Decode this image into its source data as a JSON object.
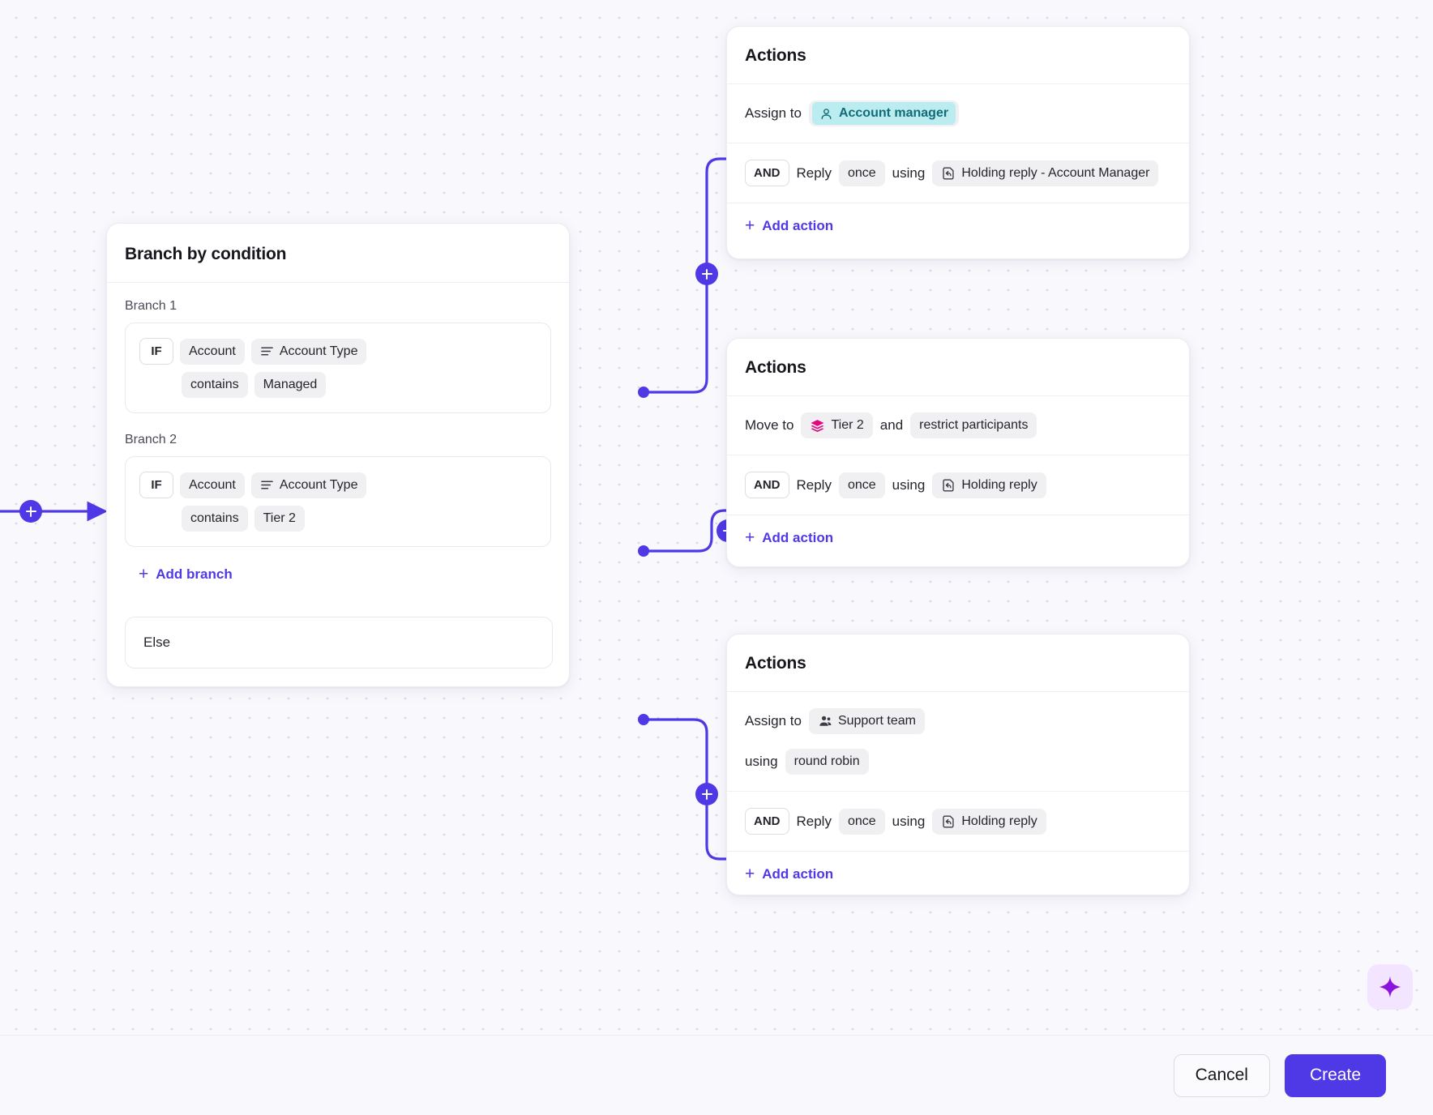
{
  "canvas": {
    "accent_color": "#4f39e6",
    "background_color": "#f8f8fd"
  },
  "branch_node": {
    "title": "Branch by condition",
    "branches": [
      {
        "label": "Branch 1",
        "operator_badge": "IF",
        "subject": "Account",
        "field": "Account Type",
        "field_icon": "text-lines-icon",
        "comparator": "contains",
        "value": "Managed"
      },
      {
        "label": "Branch 2",
        "operator_badge": "IF",
        "subject": "Account",
        "field": "Account Type",
        "field_icon": "text-lines-icon",
        "comparator": "contains",
        "value": "Tier 2"
      }
    ],
    "add_branch_label": "Add branch",
    "else_label": "Else"
  },
  "action_cards": [
    {
      "title": "Actions",
      "rows": [
        {
          "parts": [
            {
              "kind": "text",
              "text": "Assign to"
            },
            {
              "kind": "chip-teal",
              "text": "Account manager",
              "icon": "user-icon",
              "chip_bg": "#baecf0",
              "chip_fg": "#126b76"
            }
          ]
        },
        {
          "parts": [
            {
              "kind": "badge",
              "text": "AND"
            },
            {
              "kind": "text",
              "text": "Reply"
            },
            {
              "kind": "chip",
              "text": "once"
            },
            {
              "kind": "text",
              "text": "using"
            },
            {
              "kind": "chip",
              "text": "Holding reply - Account Manager",
              "icon": "reply-template-icon"
            }
          ]
        }
      ],
      "add_action_label": "Add action"
    },
    {
      "title": "Actions",
      "rows": [
        {
          "parts": [
            {
              "kind": "text",
              "text": "Move to"
            },
            {
              "kind": "chip",
              "text": "Tier 2",
              "icon": "stack-icon",
              "icon_color": "#e3067f"
            },
            {
              "kind": "text",
              "text": "and"
            },
            {
              "kind": "chip",
              "text": "restrict participants"
            }
          ]
        },
        {
          "parts": [
            {
              "kind": "badge",
              "text": "AND"
            },
            {
              "kind": "text",
              "text": "Reply"
            },
            {
              "kind": "chip",
              "text": "once"
            },
            {
              "kind": "text",
              "text": "using"
            },
            {
              "kind": "chip",
              "text": "Holding reply",
              "icon": "reply-template-icon"
            }
          ]
        }
      ],
      "add_action_label": "Add action"
    },
    {
      "title": "Actions",
      "rows": [
        {
          "parts": [
            {
              "kind": "text",
              "text": "Assign to"
            },
            {
              "kind": "chip",
              "text": "Support team",
              "icon": "users-icon"
            },
            {
              "kind": "break"
            },
            {
              "kind": "text",
              "text": "using"
            },
            {
              "kind": "chip",
              "text": "round robin"
            }
          ]
        },
        {
          "parts": [
            {
              "kind": "badge",
              "text": "AND"
            },
            {
              "kind": "text",
              "text": "Reply"
            },
            {
              "kind": "chip",
              "text": "once"
            },
            {
              "kind": "text",
              "text": "using"
            },
            {
              "kind": "chip",
              "text": "Holding reply",
              "icon": "reply-template-icon"
            }
          ]
        }
      ],
      "add_action_label": "Add action"
    }
  ],
  "ai_button": {
    "icon": "sparkle-icon",
    "color": "#8b13dd",
    "background": "#f3e4ff"
  },
  "footer": {
    "cancel_label": "Cancel",
    "create_label": "Create"
  }
}
